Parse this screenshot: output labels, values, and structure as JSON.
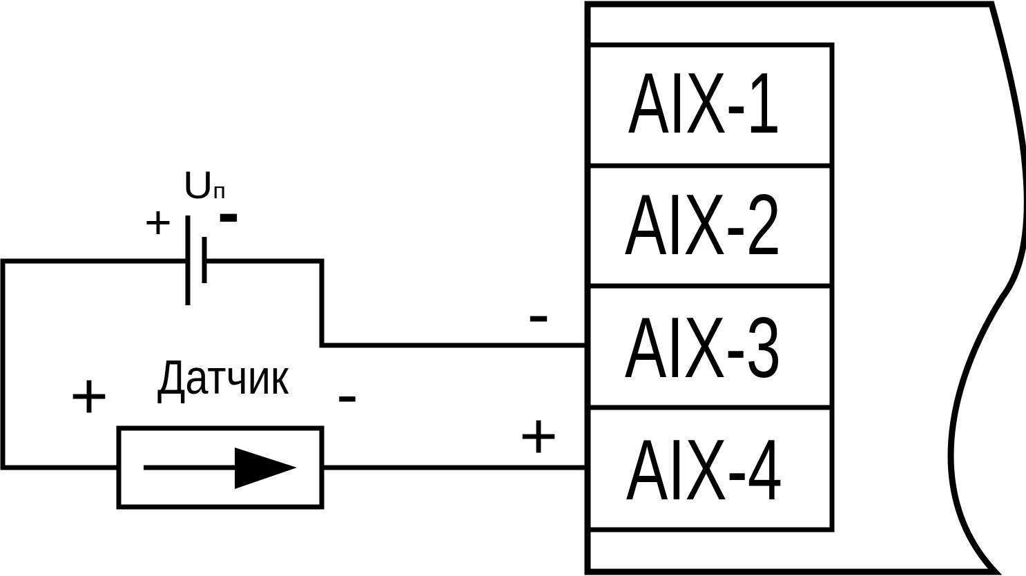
{
  "device": {
    "terminals": [
      {
        "label": "AIX-1"
      },
      {
        "label": "AIX-2"
      },
      {
        "label": "AIX-3"
      },
      {
        "label": "AIX-4"
      }
    ]
  },
  "power_supply": {
    "label_main": "U",
    "label_sub": "п",
    "plus": "+",
    "minus": "-"
  },
  "sensor": {
    "label": "Датчик",
    "plus": "+",
    "minus": "-"
  },
  "wire_signs": {
    "aix3_sign": "-",
    "aix4_sign": "+"
  }
}
